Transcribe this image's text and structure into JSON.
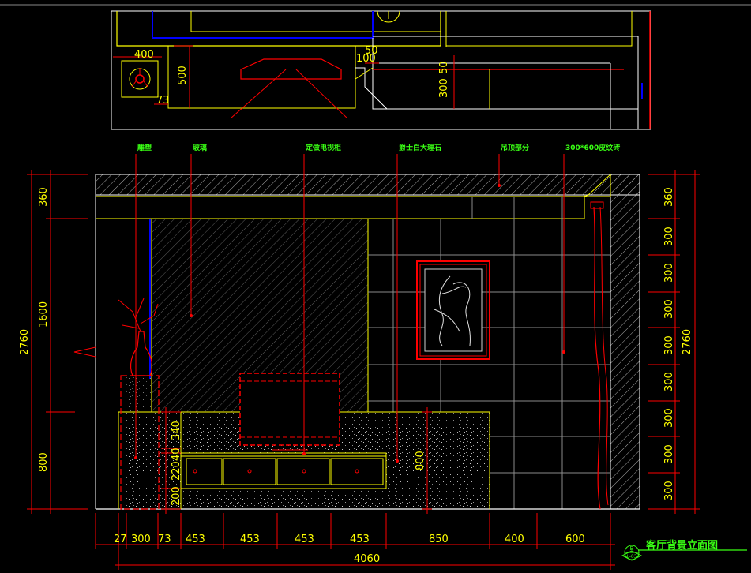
{
  "title": "客厅背景立面图",
  "title_mark": {
    "top": "B",
    "bottom": "L-03"
  },
  "plan_dims": {
    "d400": "400",
    "d500": "500",
    "d73": "73",
    "d50a": "50",
    "d100": "100",
    "d50b": "50",
    "d300": "300"
  },
  "callouts": [
    "雕塑",
    "玻璃",
    "定做电视柜",
    "爵士白大理石",
    "吊顶部分",
    "300*600皮纹砖"
  ],
  "left_dims": {
    "total": "2760",
    "top": "360",
    "mid": "1600",
    "bottom": "800"
  },
  "right_dims": {
    "total": "2760",
    "segments": [
      "360",
      "300",
      "300",
      "300",
      "300",
      "300",
      "300",
      "300",
      "300"
    ]
  },
  "cabinet_dims": [
    "340",
    "40",
    "220",
    "200"
  ],
  "marble_dim": "800",
  "bottom_dims": [
    "27",
    "300",
    "73",
    "453",
    "453",
    "453",
    "453",
    "850",
    "400",
    "600"
  ],
  "overall_dim": "4060",
  "colors": {
    "background": "#000000",
    "yellow": "#ffff00",
    "red": "#ff0000",
    "white": "#ffffff",
    "green": "#39ff14",
    "blue": "#0000ff"
  }
}
